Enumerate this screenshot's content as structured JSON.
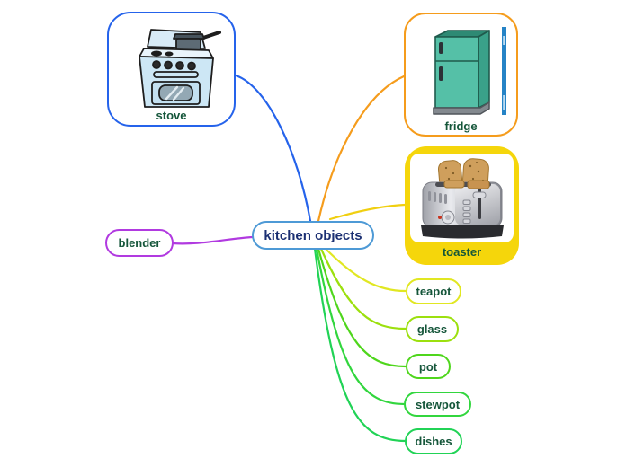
{
  "app": {
    "type": "mind-map",
    "background": "#ffffff"
  },
  "center": {
    "label": "kitchen objects",
    "accent": "#4e9ad6",
    "text_color": "#1b2f72"
  },
  "label_color": "#15563a",
  "nodes": {
    "stove": {
      "label": "stove",
      "accent": "#2563eb",
      "style": "image-box"
    },
    "fridge": {
      "label": "fridge",
      "accent": "#f59c1c",
      "style": "image-box"
    },
    "toaster": {
      "label": "toaster",
      "accent": "#f5d60b",
      "style": "filled-image-box"
    },
    "blender": {
      "label": "blender",
      "accent": "#b13ae0",
      "style": "pill"
    },
    "teapot": {
      "label": "teapot",
      "accent": "#e1e722",
      "style": "pill"
    },
    "glass": {
      "label": "glass",
      "accent": "#9ce00e",
      "style": "pill"
    },
    "pot": {
      "label": "pot",
      "accent": "#4fd61c",
      "style": "pill"
    },
    "stewpot": {
      "label": "stewpot",
      "accent": "#32d63e",
      "style": "pill"
    },
    "dishes": {
      "label": "dishes",
      "accent": "#21d356",
      "style": "pill"
    }
  },
  "connections": {
    "stove": "#2563eb",
    "fridge": "#f59c1c",
    "toaster": "#f0cf10",
    "blender": "#b13ae0",
    "teapot": "#e1e722",
    "glass": "#9ce00e",
    "pot": "#4fd61c",
    "stewpot": "#32d63e",
    "dishes": "#21d356"
  },
  "illustrations": {
    "stove": "cartoon-blue-stove-with-pot-icon",
    "fridge": "cartoon-teal-refrigerator-icon",
    "fridge_watermark": "blue-vertical-watermark-bar",
    "toaster": "stainless-steel-toaster-with-toast-photo"
  }
}
